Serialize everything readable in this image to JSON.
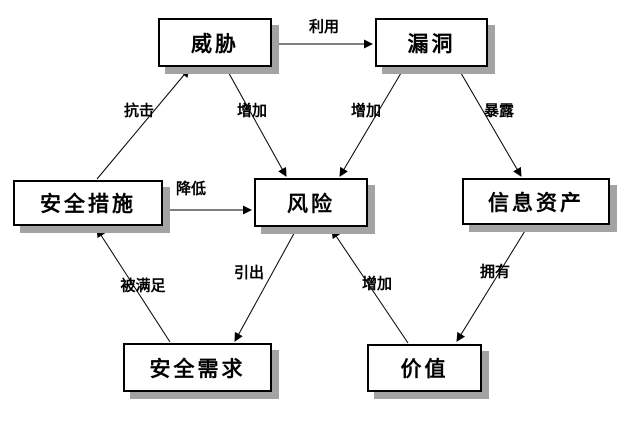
{
  "diagram": {
    "type": "concept-relationship-diagram",
    "nodes": [
      {
        "id": "threat",
        "label": "威胁"
      },
      {
        "id": "vulnerability",
        "label": "漏洞"
      },
      {
        "id": "security-measures",
        "label": "安全措施"
      },
      {
        "id": "risk",
        "label": "风险"
      },
      {
        "id": "information-assets",
        "label": "信息资产"
      },
      {
        "id": "security-requirements",
        "label": "安全需求"
      },
      {
        "id": "value",
        "label": "价值"
      }
    ],
    "edges": [
      {
        "from": "威胁",
        "to": "漏洞",
        "label": "利用"
      },
      {
        "from": "安全措施",
        "to": "威胁",
        "label": "抗击"
      },
      {
        "from": "威胁",
        "to": "风险",
        "label": "增加"
      },
      {
        "from": "漏洞",
        "to": "风险",
        "label": "增加"
      },
      {
        "from": "漏洞",
        "to": "信息资产",
        "label": "暴露"
      },
      {
        "from": "安全措施",
        "to": "风险",
        "label": "降低"
      },
      {
        "from": "风险",
        "to": "安全需求",
        "label": "引出"
      },
      {
        "from": "安全需求",
        "to": "安全措施",
        "label": "被满足"
      },
      {
        "from": "价值",
        "to": "风险",
        "label": "增加"
      },
      {
        "from": "信息资产",
        "to": "价值",
        "label": "拥有"
      }
    ],
    "colors": {
      "background": "#ffffff",
      "node_fill": "#ffffff",
      "node_border": "#000000",
      "node_shadow": "#a3a3a3",
      "line": "#000000",
      "text": "#000000"
    }
  }
}
